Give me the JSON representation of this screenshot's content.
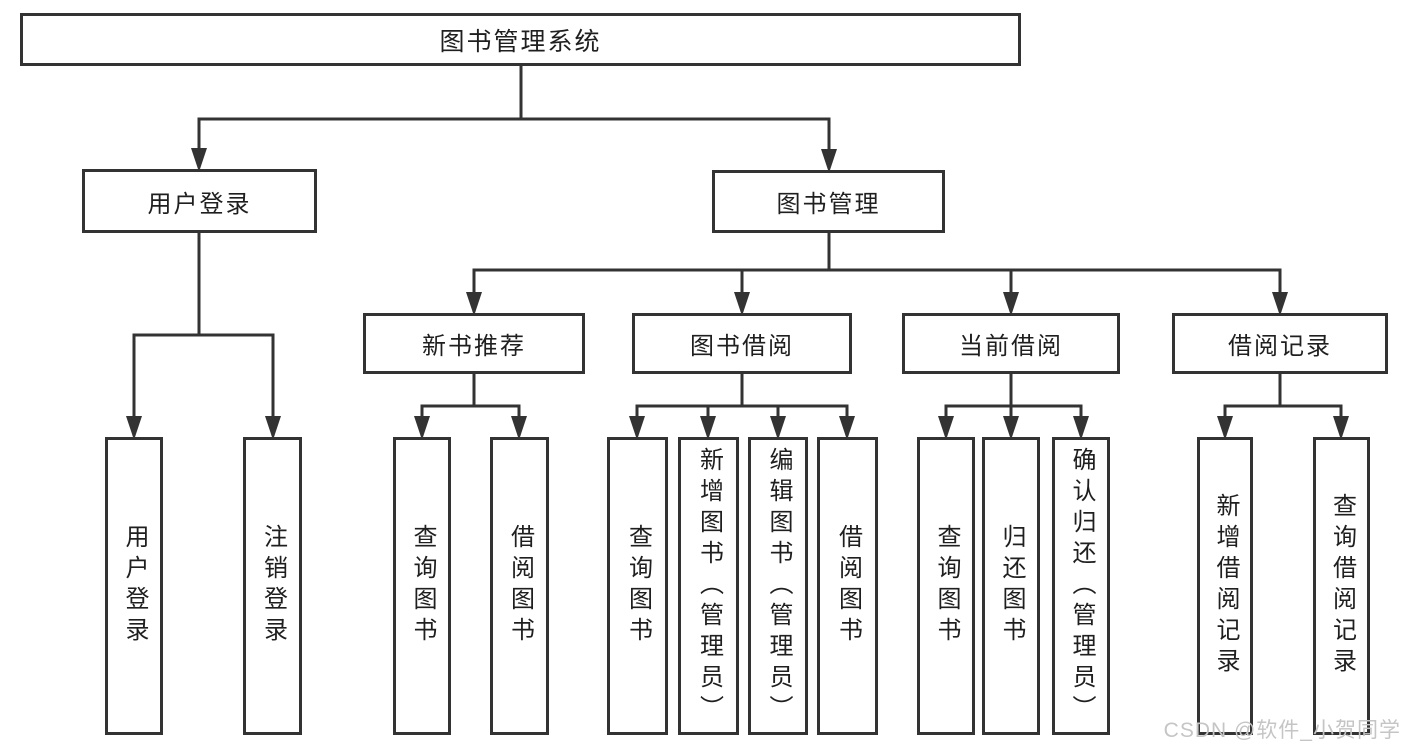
{
  "diagram": {
    "root": "图书管理系统",
    "branches": {
      "user_login": {
        "label": "用户登录",
        "children": [
          "用户登录",
          "注销登录"
        ]
      },
      "book_management": {
        "label": "图书管理",
        "sections": {
          "new_book_recommend": {
            "label": "新书推荐",
            "children": [
              "查询图书",
              "借阅图书"
            ]
          },
          "book_borrow": {
            "label": "图书借阅",
            "children": [
              "查询图书",
              "新增图书（管理员）",
              "编辑图书（管理员）",
              "借阅图书"
            ]
          },
          "current_borrow": {
            "label": "当前借阅",
            "children": [
              "查询图书",
              "归还图书",
              "确认归还（管理员）"
            ]
          },
          "borrow_records": {
            "label": "借阅记录",
            "children": [
              "新增借阅记录",
              "查询借阅记录"
            ]
          }
        }
      }
    }
  },
  "watermark": "CSDN @软件_小贺同学",
  "colors": {
    "line": "#333333",
    "text": "#1f1f1f",
    "background": "#ffffff",
    "watermark_text": "#c5c5c5"
  }
}
